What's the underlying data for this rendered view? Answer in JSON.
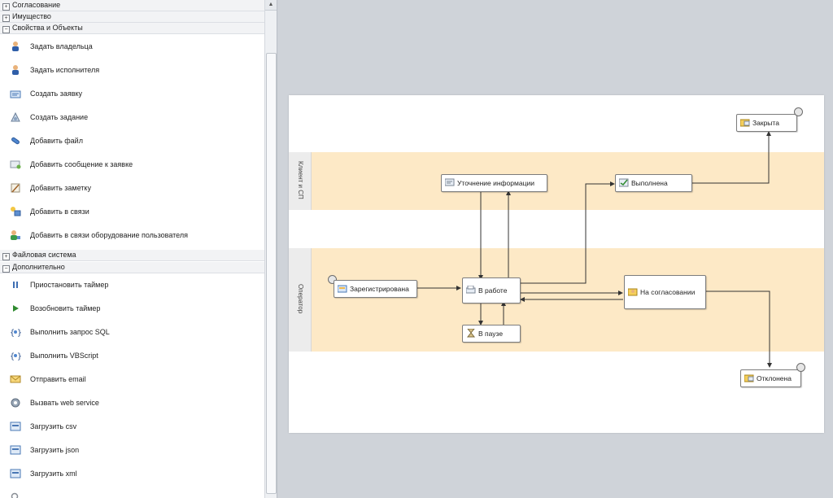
{
  "sidebar": {
    "groups": {
      "g1": "Согласование",
      "g2": "Имущество",
      "g3": "Свойства и Объекты",
      "g4": "Файловая система",
      "g5": "Дополнительно"
    },
    "props": [
      {
        "label": "Задать владельца",
        "icon": "person-icon"
      },
      {
        "label": "Задать исполнителя",
        "icon": "person-icon"
      },
      {
        "label": "Создать заявку",
        "icon": "request-icon"
      },
      {
        "label": "Создать задание",
        "icon": "task-icon"
      },
      {
        "label": "Добавить файл",
        "icon": "paperclip-icon"
      },
      {
        "label": "Добавить сообщение к заявке",
        "icon": "message-icon"
      },
      {
        "label": "Добавить заметку",
        "icon": "note-icon"
      },
      {
        "label": "Добавить в связи",
        "icon": "link-icon"
      },
      {
        "label": "Добавить в связи оборудование пользователя",
        "icon": "user-equipment-icon"
      }
    ],
    "extra": [
      {
        "label": "Приостановить таймер",
        "icon": "pause-icon"
      },
      {
        "label": "Возобновить таймер",
        "icon": "play-icon"
      },
      {
        "label": "Выполнить запрос SQL",
        "icon": "script-icon"
      },
      {
        "label": "Выполнить VBScript",
        "icon": "script-icon"
      },
      {
        "label": "Отправить email",
        "icon": "email-icon"
      },
      {
        "label": "Вызвать web service",
        "icon": "web-service-icon"
      },
      {
        "label": "Загрузить csv",
        "icon": "upload-icon"
      },
      {
        "label": "Загрузить json",
        "icon": "upload-icon"
      },
      {
        "label": "Загрузить xml",
        "icon": "upload-icon"
      }
    ]
  },
  "diagram": {
    "lanes": {
      "client": "Клиент и СП",
      "operator": "Оператор"
    },
    "states": {
      "closed": "Закрыта",
      "clarify": "Уточнение информации",
      "done": "Выполнена",
      "registered": "Зарегистрирована",
      "in_work": "В работе",
      "approval": "На согласовании",
      "paused": "В паузе",
      "rejected": "Отклонена"
    }
  },
  "colors": {
    "lane": "#fde9c6",
    "canvas": "#ffffff",
    "workspace": "#cfd3d9"
  }
}
